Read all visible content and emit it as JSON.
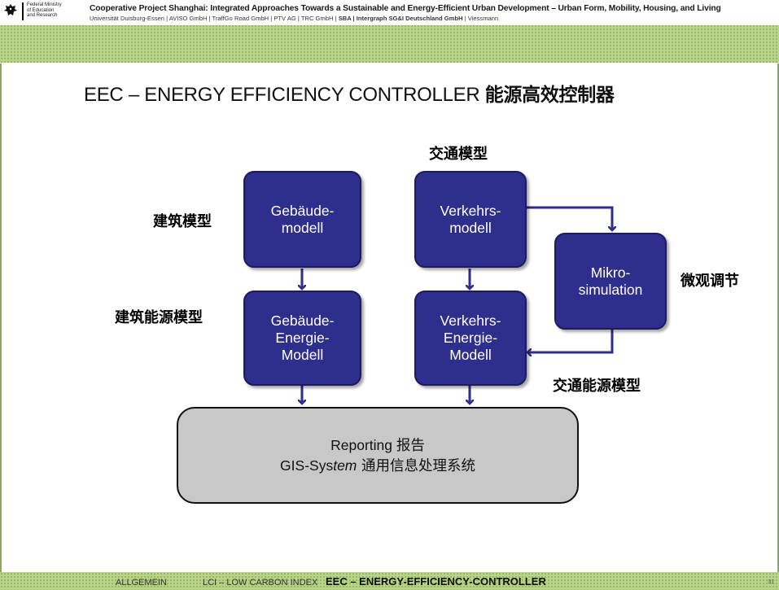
{
  "header": {
    "ministry_line1": "Federal Ministry",
    "ministry_line2": "of Education",
    "ministry_line3": "and Research",
    "project_title": "Cooperative Project Shanghai: Integrated Approaches Towards a Sustainable and Energy-Efficient Urban Development – Urban Form, Mobility, Housing, and Living",
    "partners_prefix": "Universität Duisburg-Essen | AVISO GmbH | TraffGo Road GmbH | PTV AG | TRC GmbH | ",
    "partners_bold": "SBA | Intergraph SG&I Deutschland GmbH",
    "partners_suffix": " | Viessmann"
  },
  "slide": {
    "title_line1_latin": "EEC – ENERGY EFFICIENCY CONTROLLER ",
    "title_line1_zh": "能源高效控制器",
    "title_line2": "AUFBAU  构成"
  },
  "diagram": {
    "boxes": {
      "gebaeude_modell": "Gebäude-\nmodell",
      "verkehrs_modell": "Verkehrs-\nmodell",
      "mikrosimulation": "Mikro-\nsimulation",
      "gebaeude_energie_modell": "Gebäude-\nEnergie-\nModell",
      "verkehrs_energie_modell": "Verkehrs-\nEnergie-\nModell"
    },
    "labels": {
      "traffic_model_zh": "交通模型",
      "building_model_zh": "建筑模型",
      "micro_regulation_zh": "微观调节",
      "building_energy_model_zh": "建筑能源模型",
      "traffic_energy_model_zh": "交通能源模型"
    },
    "report": {
      "line1_latin": "Reporting ",
      "line1_zh": "报告",
      "line2_latin_a": "GIS-Sys",
      "line2_italic": "tem",
      "line2_zh": " 通用信息处理系统"
    },
    "colors": {
      "box_fill": "#2e2e8c",
      "report_fill": "#c8c8c8",
      "arrow": "#2e2e8c"
    }
  },
  "footer": {
    "tabs": [
      "ALLGEMEIN",
      "LCI – LOW CARBON INDEX",
      "EEC – ENERGY-EFFICIENCY-CONTROLLER"
    ],
    "active_tab": "EEC – ENERGY-EFFICIENCY-CONTROLLER",
    "page_number": "31"
  }
}
